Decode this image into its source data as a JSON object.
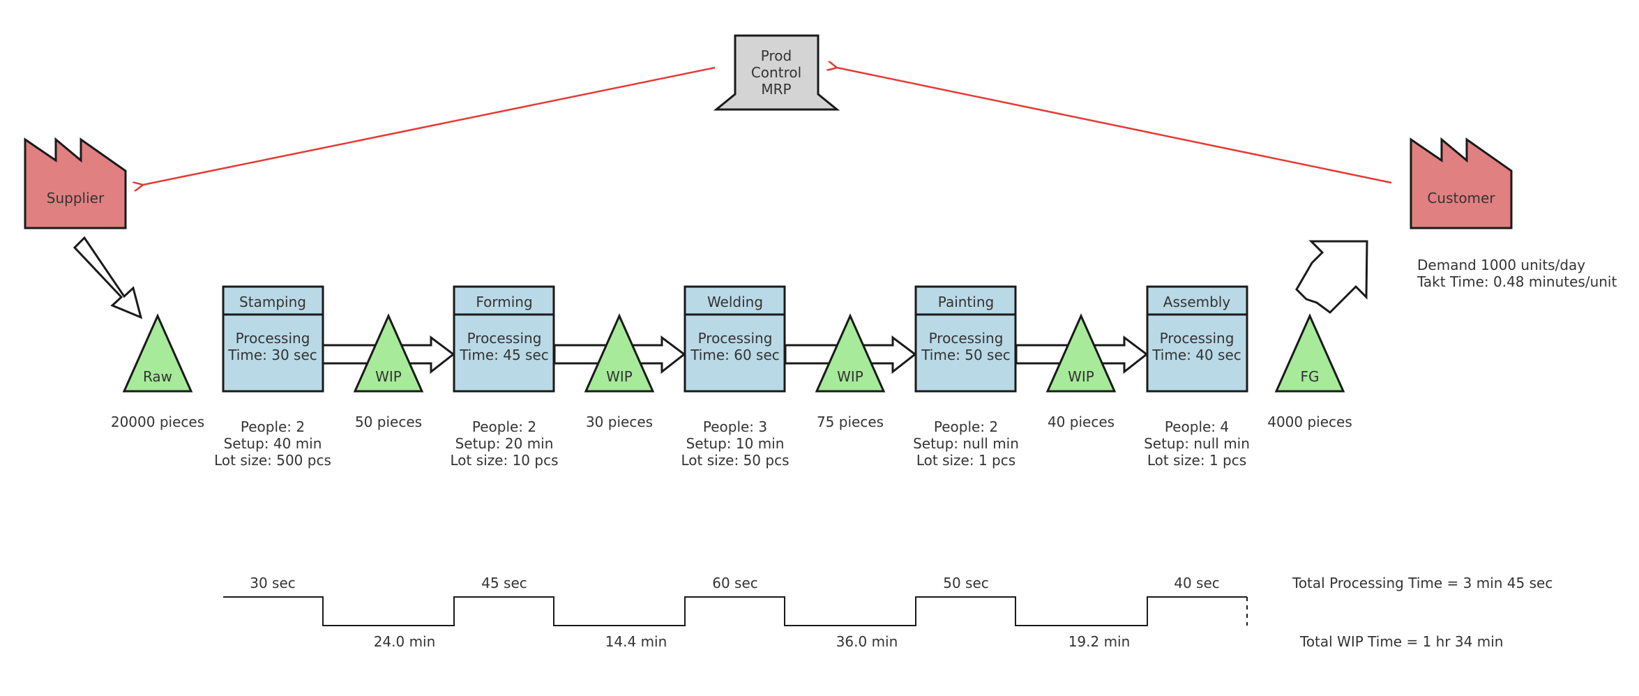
{
  "colors": {
    "factory_fill": "#e08080",
    "process_fill": "#b9d9e6",
    "inventory_fill": "#a6ea9a",
    "control_fill": "#d4d4d4",
    "info_arrow": "#e53935",
    "text": "#333333"
  },
  "control": {
    "lines": [
      "Prod",
      "Control",
      "MRP"
    ]
  },
  "supplier": {
    "label": "Supplier"
  },
  "customer": {
    "label": "Customer",
    "demand": "Demand 1000 units/day",
    "takt": "Takt Time: 0.48 minutes/unit"
  },
  "processes": [
    {
      "name": "Stamping",
      "time_line1": "Processing",
      "time_line2": "Time: 30 sec",
      "people": "People: 2",
      "setup": "Setup: 40 min",
      "lot": "Lot size: 500 pcs"
    },
    {
      "name": "Forming",
      "time_line1": "Processing",
      "time_line2": "Time: 45 sec",
      "people": "People: 2",
      "setup": "Setup: 20 min",
      "lot": "Lot size: 10 pcs"
    },
    {
      "name": "Welding",
      "time_line1": "Processing",
      "time_line2": "Time: 60 sec",
      "people": "People: 3",
      "setup": "Setup: 10 min",
      "lot": "Lot size: 50 pcs"
    },
    {
      "name": "Painting",
      "time_line1": "Processing",
      "time_line2": "Time: 50 sec",
      "people": "People: 2",
      "setup": "Setup: null min",
      "lot": "Lot size: 1 pcs"
    },
    {
      "name": "Assembly",
      "time_line1": "Processing",
      "time_line2": "Time: 40 sec",
      "people": "People: 4",
      "setup": "Setup: null min",
      "lot": "Lot size: 1 pcs"
    }
  ],
  "inventories": [
    {
      "label": "Raw",
      "qty": "20000 pieces"
    },
    {
      "label": "WIP",
      "qty": "50 pieces"
    },
    {
      "label": "WIP",
      "qty": "30 pieces"
    },
    {
      "label": "WIP",
      "qty": "75 pieces"
    },
    {
      "label": "WIP",
      "qty": "40 pieces"
    },
    {
      "label": "FG",
      "qty": "4000 pieces"
    }
  ],
  "timeline": {
    "process_times": [
      "30 sec",
      "45 sec",
      "60 sec",
      "50 sec",
      "40 sec"
    ],
    "wait_times": [
      "24.0 min",
      "14.4 min",
      "36.0 min",
      "19.2 min"
    ],
    "total_processing": "Total Processing Time = 3 min 45 sec",
    "total_wip": "Total WIP Time = 1 hr 34 min"
  }
}
